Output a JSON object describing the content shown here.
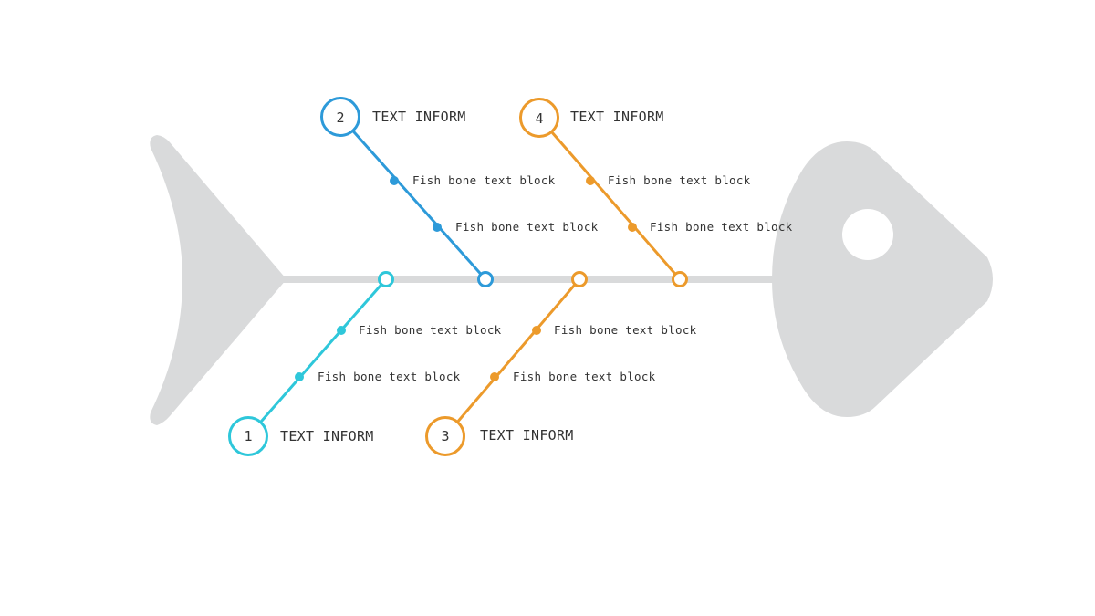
{
  "colors": {
    "skeleton": "#d9dadb",
    "cyan": "#2ec7da",
    "blue": "#2d9ad9",
    "orange": "#ec9a2b",
    "text": "#333333"
  },
  "branches": [
    {
      "number": "1",
      "title": "TEXT INFORM",
      "color": "#2ec7da",
      "items": [
        "Fish bone text block",
        "Fish bone text block"
      ]
    },
    {
      "number": "2",
      "title": "TEXT INFORM",
      "color": "#2d9ad9",
      "items": [
        "Fish bone text block",
        "Fish bone text block"
      ]
    },
    {
      "number": "3",
      "title": "TEXT INFORM",
      "color": "#ec9a2b",
      "items": [
        "Fish bone text block",
        "Fish bone text block"
      ]
    },
    {
      "number": "4",
      "title": "TEXT INFORM",
      "color": "#ec9a2b",
      "items": [
        "Fish bone text block",
        "Fish bone text block"
      ]
    }
  ]
}
